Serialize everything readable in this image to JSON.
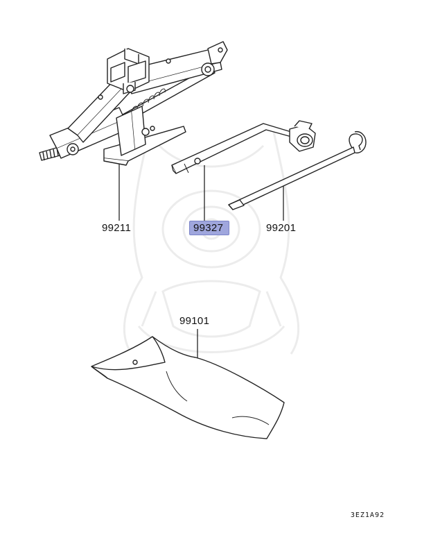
{
  "parts": {
    "jack": "99211",
    "jack_handle": "99327",
    "wheel_wrench": "99201",
    "tool_bag": "99101"
  },
  "highlighted_part": "99327",
  "highlight_color": "#9fa6dd",
  "diagram_code": "3EZ1A92"
}
